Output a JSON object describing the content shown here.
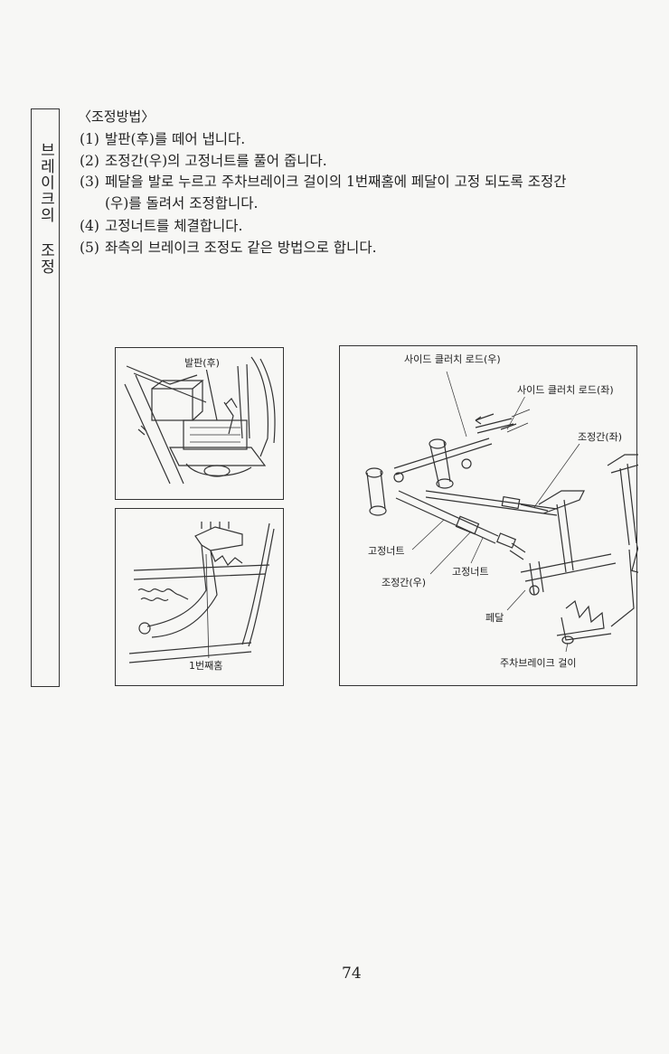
{
  "side_tab": {
    "title": "브레이크의 조정"
  },
  "method": {
    "heading": "〈조정방법〉",
    "steps": [
      {
        "num": "(1)",
        "text": "발판(후)를 떼어 냅니다."
      },
      {
        "num": "(2)",
        "text": "조정간(우)의 고정너트를 풀어 줍니다."
      },
      {
        "num": "(3)",
        "text": "페달을 발로 누르고 주차브레이크 걸이의 1번째홈에 페달이 고정 되도록 조정간"
      },
      {
        "num": "",
        "text": "(우)를 돌려서 조정합니다."
      },
      {
        "num": "(4)",
        "text": "고정너트를 체결합니다."
      },
      {
        "num": "(5)",
        "text": "좌측의 브레이크 조정도 같은 방법으로 합니다."
      }
    ]
  },
  "figures": {
    "top_left": {
      "label_footboard": "발판(후)"
    },
    "bottom_left": {
      "label_notch": "1번째홈"
    },
    "right": {
      "label_side_clutch_rod_right": "사이드 클러치 로드(우)",
      "label_side_clutch_rod_left": "사이드 클러치 로드(좌)",
      "label_adjust_rod_left": "조정간(좌)",
      "label_lock_nut_1": "고정너트",
      "label_adjust_rod_right": "조정간(우)",
      "label_lock_nut_2": "고정너트",
      "label_pedal": "페달",
      "label_parking_brake_hook": "주차브레이크 걸이"
    }
  },
  "page_number": "74"
}
